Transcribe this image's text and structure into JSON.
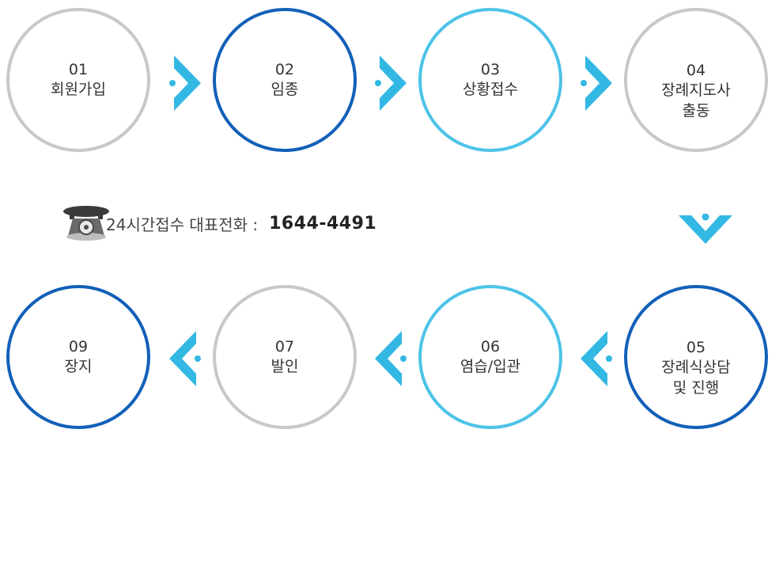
{
  "steps": [
    {
      "num": "01",
      "label": "회원가입",
      "color": "#c8c8c8"
    },
    {
      "num": "02",
      "label": "임종",
      "color": "#1260b8"
    },
    {
      "num": "03",
      "label": "상황접수",
      "color": "#4dc3e7"
    },
    {
      "num": "04",
      "label": "장례지도사\n출동",
      "color": "#c8c8c8"
    },
    {
      "num": "05",
      "label": "장례식상담\n및 진행",
      "color": "#1260b8"
    },
    {
      "num": "06",
      "label": "염습/입관",
      "color": "#4dc3e7"
    },
    {
      "num": "07",
      "label": "발인",
      "color": "#c8c8c8"
    },
    {
      "num": "09",
      "label": "장지",
      "color": "#1260b8"
    }
  ],
  "hotline": {
    "prefix": "24시간접수 대표전화 :",
    "number": "1644-4491",
    "icon": "telephone-icon"
  },
  "colors": {
    "arrow": "#33b8e4",
    "gray": "#c8c8c8",
    "navy": "#1260b8",
    "sky": "#4dc3e7"
  }
}
